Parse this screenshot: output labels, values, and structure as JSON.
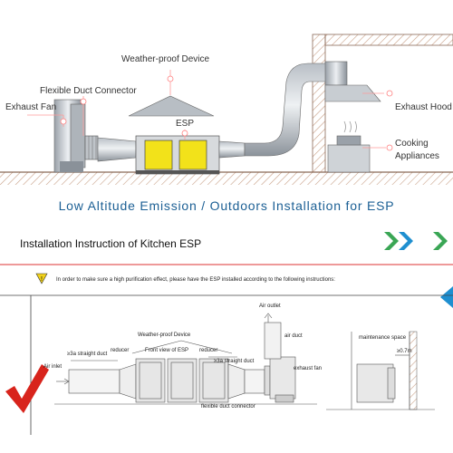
{
  "top_diagram": {
    "labels": {
      "weather_proof": "Weather-proof Device",
      "flexible_duct": "Flexible Duct Connector",
      "exhaust_fan": "Exhaust Fan",
      "esp": "ESP",
      "exhaust_hood": "Exhaust Hood",
      "cooking": "Cooking",
      "appliances": "Appliances"
    },
    "title": "Low Altitude Emission / Outdoors Installation for ESP"
  },
  "bottom_diagram": {
    "title": "Installation Instruction of Kitchen ESP",
    "instruction": "In order to make sure a high purification effect, please have the ESP installed according to the following instructions:",
    "labels": {
      "air_outlet": "Air outlet",
      "air_duct": "air duct",
      "weather_proof": "Weather-proof Device",
      "front_view": "Front view of ESP",
      "reducer_left": "reducer",
      "reducer_right": "reducer",
      "straight_left": "≥3a straight duct",
      "straight_right": "≥3a straight duct",
      "air_inlet": "Air inlet",
      "exhaust_fan": "exhaust fan",
      "flexible_duct": "flexible duct connector",
      "maintenance": "maintenance space",
      "clearance": "≥0.7m"
    }
  },
  "colors": {
    "title_blue": "#1b5f94",
    "esp_yellow": "#f2e21a",
    "check_red": "#d8241c",
    "accent_green": "#3aa655",
    "accent_blue": "#1f8fd0",
    "hatch": "#c9a28a"
  }
}
